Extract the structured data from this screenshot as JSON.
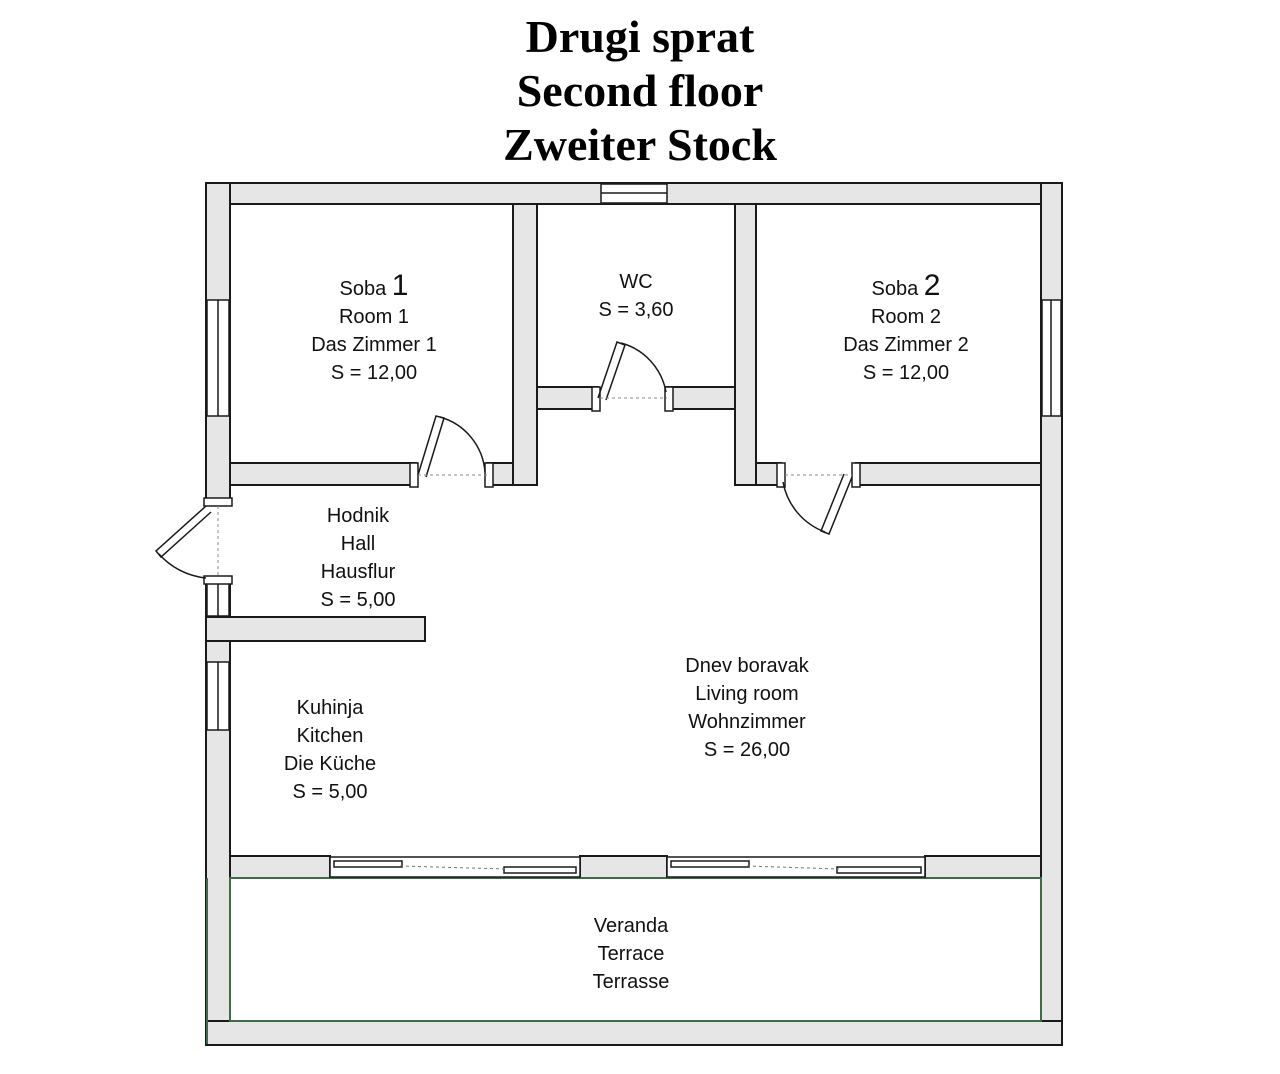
{
  "title": {
    "line1": "Drugi sprat",
    "line2": "Second floor",
    "line3": "Zweiter Stock"
  },
  "rooms": {
    "room1": {
      "prefix": "Soba ",
      "number": "1",
      "en": "Room 1",
      "de": "Das Zimmer 1",
      "area": "S = 12,00"
    },
    "wc": {
      "name": "WC",
      "area": "S = 3,60"
    },
    "room2": {
      "prefix": "Soba ",
      "number": "2",
      "en": "Room 2",
      "de": "Das Zimmer 2",
      "area": "S = 12,00"
    },
    "hall": {
      "sr": "Hodnik",
      "en": "Hall",
      "de": "Hausflur",
      "area": "S = 5,00"
    },
    "kitchen": {
      "sr": "Kuhinja",
      "en": "Kitchen",
      "de": "Die Küche",
      "area": "S = 5,00"
    },
    "living": {
      "sr": "Dnev boravak",
      "en": "Living room",
      "de": "Wohnzimmer",
      "area": "S = 26,00"
    },
    "terrace": {
      "sr": "Veranda",
      "en": "Terrace",
      "de": "Terrasse"
    }
  },
  "colors": {
    "wall_fill": "#e6e6e6",
    "wall_stroke": "#1a1a1a",
    "terrace_stroke": "#3d6b45"
  }
}
